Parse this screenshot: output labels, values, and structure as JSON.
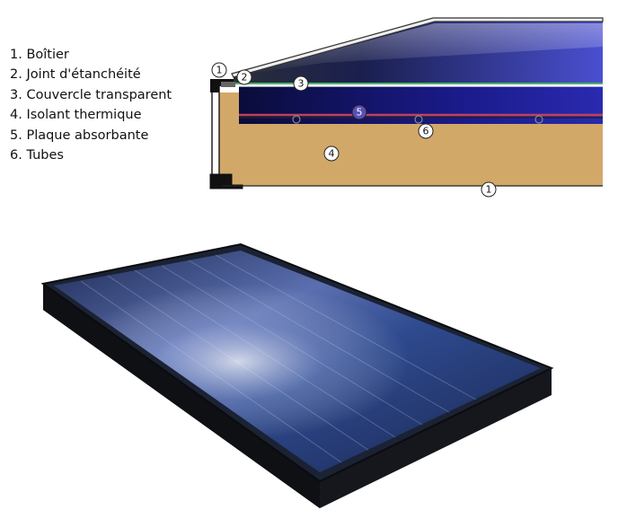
{
  "legend": {
    "items": [
      "1. Boîtier",
      "2. Joint d'étanchéité",
      "3. Couvercle transparent",
      "4. Isolant thermique",
      "5. Plaque absorbante",
      "6. Tubes"
    ]
  },
  "callouts": {
    "c1_top": "1",
    "c2": "2",
    "c3": "3",
    "c5": "5",
    "c6": "6",
    "c4": "4",
    "c1_bottom": "1"
  },
  "colors": {
    "insulation": "#d2a868",
    "absorber_line": "#c04060",
    "glass_green": "#4caf6a",
    "panel_dark": "#1b2233",
    "panel_blue": "#2f4f93"
  }
}
